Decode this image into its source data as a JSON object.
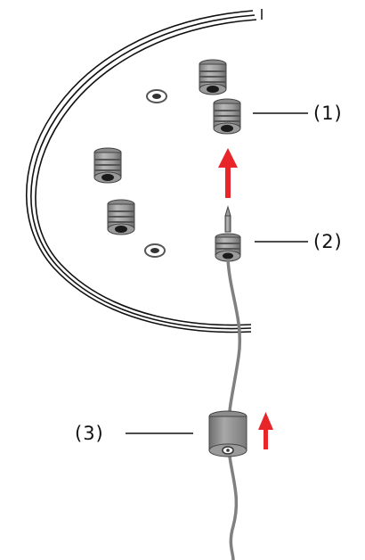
{
  "callouts": [
    {
      "label": "(1)"
    },
    {
      "label": "(2)"
    },
    {
      "label": "(3)"
    }
  ],
  "colors": {
    "arrow": "#e8262a",
    "line": "#111111",
    "cable": "#808080",
    "part_light": "#a9a9a9",
    "part_dark": "#6f6f6f",
    "hole": "#1a1a1a"
  },
  "icons": [
    "mounting-socket-icon",
    "screw-hole-icon",
    "threaded-pin-connector-icon",
    "cylinder-weight-icon",
    "up-arrow-icon"
  ]
}
